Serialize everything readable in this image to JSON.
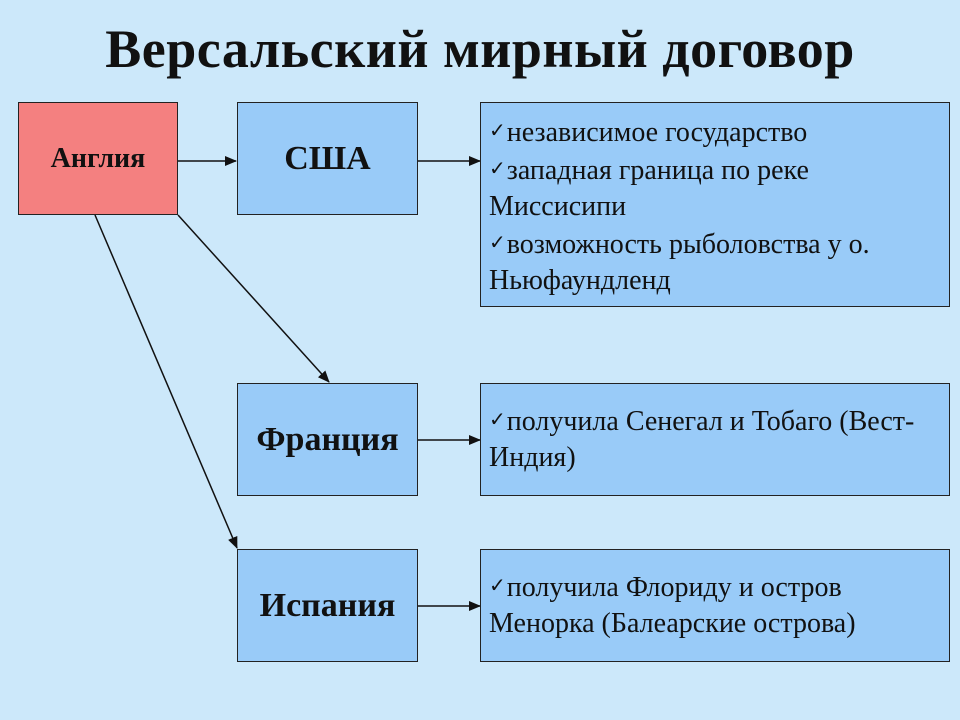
{
  "title": "Версальский мирный договор",
  "source": {
    "label": "Англия"
  },
  "countries": [
    {
      "label": "США",
      "terms": [
        "независимое государство",
        "западная граница по реке Миссисипи",
        "возможность рыболовства у о. Ньюфаундленд"
      ]
    },
    {
      "label": "Франция",
      "terms": [
        "получила Сенегал и Тобаго (Вест-Индия)"
      ]
    },
    {
      "label": "Испания",
      "terms": [
        "получила Флориду и остров Менорка (Балеарские острова)"
      ]
    }
  ],
  "colors": {
    "background": "#cce8fa",
    "source_box": "#f48080",
    "country_box": "#99cbf8"
  },
  "icons": {
    "bullet": "checkmark-icon"
  }
}
